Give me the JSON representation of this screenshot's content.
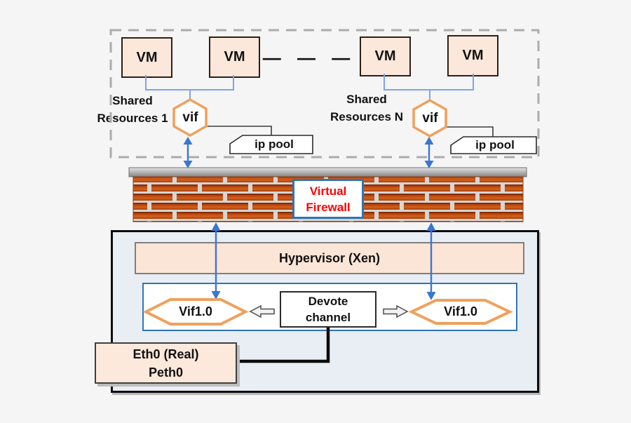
{
  "title": "Xen virtual firewall architecture diagram",
  "colors": {
    "background": "#f5f5f6",
    "peach_box": "#fbe8da",
    "hexagon_orange": "#f0a05c",
    "blue_border": "#2e75b6",
    "arrow_blue": "#3a76d2",
    "vm_connector_blue": "#7fa3e8",
    "firewall_text_red": "#ff0000",
    "brick_orange": "#c24a10",
    "hypervisor_fill": "#e9edf4"
  },
  "groups": [
    {
      "vm1": "VM",
      "vm2": "VM",
      "label1": "Shared",
      "label2": "Resources 1",
      "vif": "vif",
      "ippool": "ip pool"
    },
    {
      "vm1": "VM",
      "vm2": "VM",
      "label1": "Shared",
      "label2": "Resources N",
      "vif": "vif",
      "ippool": "ip pool"
    }
  ],
  "separator": "— — —",
  "firewall": {
    "line1": "Virtual",
    "line2": "Firewall"
  },
  "hypervisor": {
    "title": "Hypervisor (Xen)",
    "vif_left": "Vif1.0",
    "vif_right": "Vif1.0",
    "channel_line1": "Devote",
    "channel_line2": "channel"
  },
  "eth": {
    "line1": "Eth0 (Real)",
    "line2": "Peth0"
  }
}
